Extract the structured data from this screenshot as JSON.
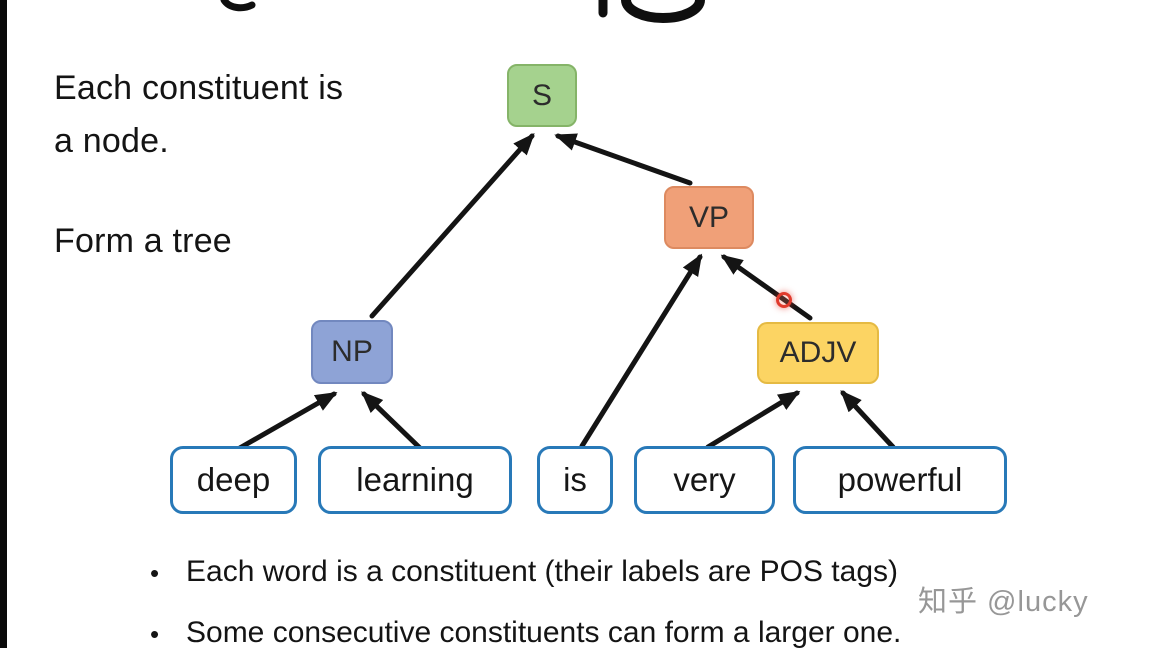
{
  "notes": {
    "constituent_line1": "Each constituent is",
    "constituent_line2": "a node.",
    "form_tree": "Form a tree"
  },
  "tree": {
    "nodes": [
      {
        "label": "S",
        "fill": "#a5d28e",
        "border": "#85b468"
      },
      {
        "label": "VP",
        "fill": "#f0a078",
        "border": "#dd8a60"
      },
      {
        "label": "NP",
        "fill": "#8ea3d6",
        "border": "#7288bf"
      },
      {
        "label": "ADJV",
        "fill": "#fcd463",
        "border": "#e5ba43"
      }
    ],
    "words": [
      "deep",
      "learning",
      "is",
      "very",
      "powerful"
    ]
  },
  "bullets": [
    "Each word is a constituent (their labels are POS tags)",
    "Some consecutive constituents can form a larger one."
  ],
  "watermark": "知乎 @lucky",
  "colors": {
    "word_border": "#2879b8",
    "laser": "#e03a2c"
  }
}
